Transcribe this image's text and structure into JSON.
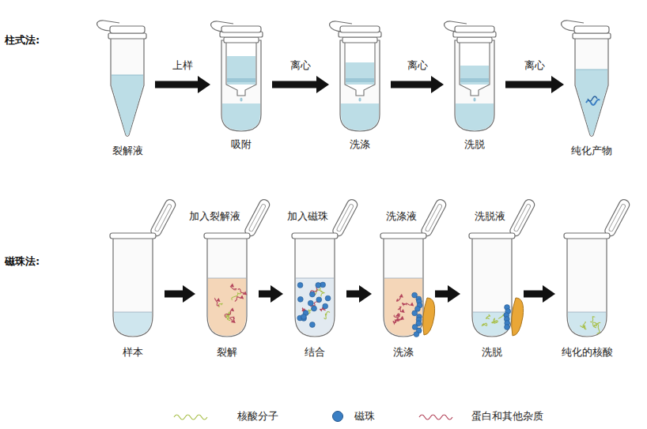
{
  "diagram": {
    "nodes": [
      {
        "text": [
          "裂解液"
        ]
      },
      {
        "text": [
          "吸附"
        ]
      },
      {
        "text": [
          "洗涤"
        ]
      },
      {
        "text": [
          "洗脱"
        ]
      },
      {
        "text": [
          "纯化产物"
        ]
      },
      {
        "text": [
          "样本"
        ]
      },
      {
        "text": [
          "加入裂解液",
          "裂解"
        ]
      },
      {
        "text": [
          "加入磁珠",
          "结合"
        ]
      },
      {
        "text": [
          "洗涤液",
          "洗涤"
        ]
      },
      {
        "text": [
          "洗脱液",
          "洗脱"
        ]
      },
      {
        "text": [
          "纯化的核酸"
        ]
      }
    ],
    "edges": [
      {
        "from": 0,
        "to": 1,
        "label": "上样",
        "arrow": "to"
      },
      {
        "from": 1,
        "to": 2,
        "label": "离心",
        "arrow": "to"
      },
      {
        "from": 2,
        "to": 3,
        "label": "离心",
        "arrow": "to"
      },
      {
        "from": 3,
        "to": 4,
        "label": "离心",
        "arrow": "to"
      },
      {
        "from": 5,
        "to": 6,
        "arrow": "to"
      },
      {
        "from": 6,
        "to": 7,
        "arrow": "to"
      },
      {
        "from": 7,
        "to": 8,
        "arrow": "to"
      },
      {
        "from": 8,
        "to": 9,
        "arrow": "to"
      },
      {
        "from": 9,
        "to": 10,
        "arrow": "to"
      }
    ],
    "labels": [
      "柱式法:",
      "磁珠法:"
    ],
    "legend": [
      {
        "text": "核酸分子"
      },
      {
        "text": "磁珠",
        "color": "#3b7fc4"
      },
      {
        "text": "蛋白和其他杂质"
      }
    ]
  }
}
